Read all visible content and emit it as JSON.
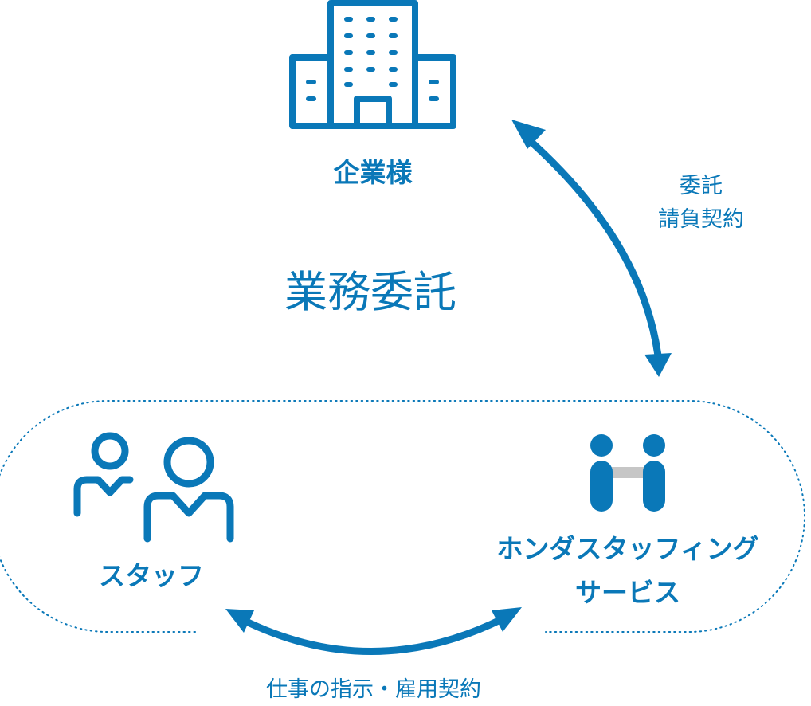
{
  "colors": {
    "primary": "#0a78b8",
    "connector_gray": "#c6c6c6",
    "background": "#ffffff"
  },
  "icons": {
    "company": "office-building-icon",
    "staff": "two-people-icon",
    "honda": "honda-staffing-logo-icon"
  },
  "nodes": {
    "company": {
      "label": "企業様"
    },
    "staff": {
      "label": "スタッフ"
    },
    "honda": {
      "label_line1": "ホンダスタッフィング",
      "label_line2": "サービス"
    }
  },
  "title": "業務委託",
  "edges": {
    "company_honda": {
      "line1": "委託",
      "line2": "請負契約"
    },
    "staff_honda": {
      "label": "仕事の指示・雇用契約"
    }
  }
}
